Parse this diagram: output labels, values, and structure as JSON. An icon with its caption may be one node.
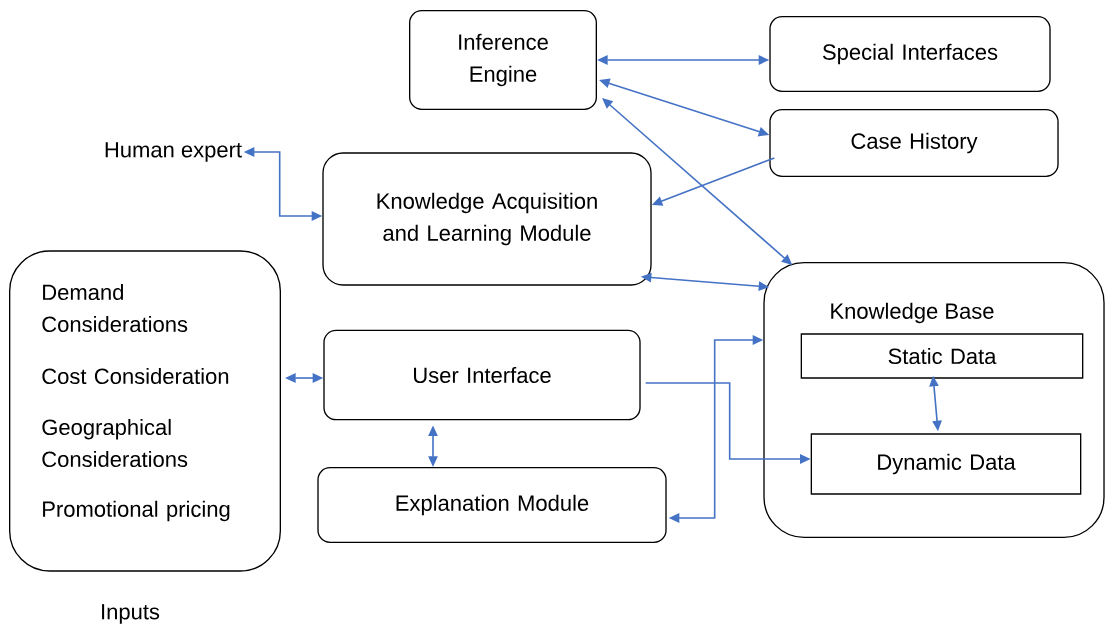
{
  "diagram": {
    "nodes": [
      {
        "text": [
          "Inference Engine"
        ]
      },
      {
        "text": [
          "Special Interfaces"
        ]
      },
      {
        "text": [
          "Case History"
        ]
      },
      {
        "text": [
          "Human expert"
        ]
      },
      {
        "text": [
          "Knowledge Acquisition and Learning Module"
        ]
      },
      {
        "text": [
          "Demand Considerations",
          "Cost Consideration",
          "Geographical Considerations",
          "Promotional pricing"
        ],
        "beside": [
          "Inputs"
        ]
      },
      {
        "text": [
          "User Interface"
        ]
      },
      {
        "text": [
          "Knowledge Base"
        ]
      },
      {
        "text": [
          "Static Data"
        ],
        "in": 7
      },
      {
        "text": [
          "Dynamic Data"
        ],
        "in": 7
      },
      {
        "text": [
          "Explanation Module"
        ]
      }
    ],
    "edges": [
      {
        "from": 0,
        "to": 1,
        "arrow": "both"
      },
      {
        "from": 0,
        "to": 2,
        "arrow": "both"
      },
      {
        "from": 2,
        "to": 4,
        "arrow": "to"
      },
      {
        "from": 0,
        "to": 7,
        "arrow": "both"
      },
      {
        "from": 4,
        "to": 7,
        "arrow": "both"
      },
      {
        "from": 3,
        "to": 4,
        "arrow": "both"
      },
      {
        "from": 5,
        "to": 6,
        "arrow": "both"
      },
      {
        "from": 6,
        "to": 10,
        "arrow": "both"
      },
      {
        "from": 8,
        "to": 9,
        "arrow": "both"
      },
      {
        "from": 6,
        "to": 9,
        "arrow": "to"
      },
      {
        "from": 10,
        "to": 7,
        "arrow": "both"
      }
    ]
  }
}
